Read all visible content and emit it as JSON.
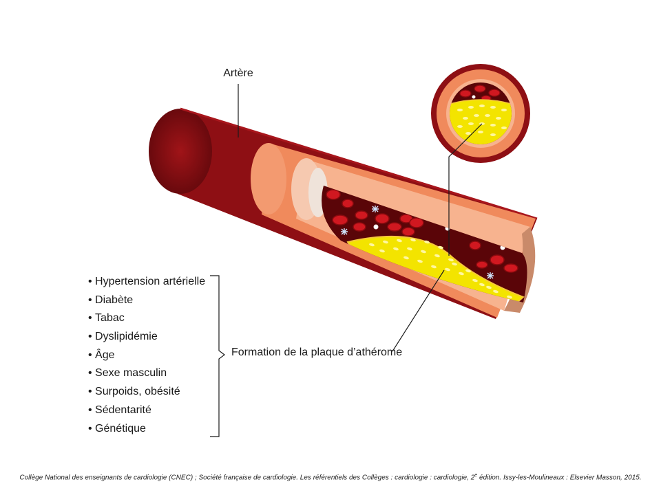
{
  "labels": {
    "artery": "Artère",
    "plaque_formation": "Formation de la plaque d’athérome"
  },
  "risk_factors": [
    "Hypertension artérielle",
    "Diabète",
    "Tabac",
    "Dyslipidémie",
    "Âge",
    "Sexe masculin",
    "Surpoids, obésité",
    "Sédentarité",
    "Génétique"
  ],
  "citation": {
    "before_sup": "Collège National des enseignants de cardiologie (CNEC) ; Société française de cardiologie. Les référentiels des Collèges : cardiologie : cardiologie, 2",
    "sup": "e",
    "after_sup": " édition. Issy-les-Moulineaux : Elsevier Masson, 2015."
  },
  "colors": {
    "outer_wall": "#8e0f14",
    "outer_wall_shade": "#6d0a0e",
    "media_layer": "#f08a5c",
    "intima_layer": "#f7b38f",
    "lumen": "#5a0508",
    "red_cell": "#d01820",
    "plaque": "#f3e400",
    "plaque_edge": "#fff7a0"
  }
}
